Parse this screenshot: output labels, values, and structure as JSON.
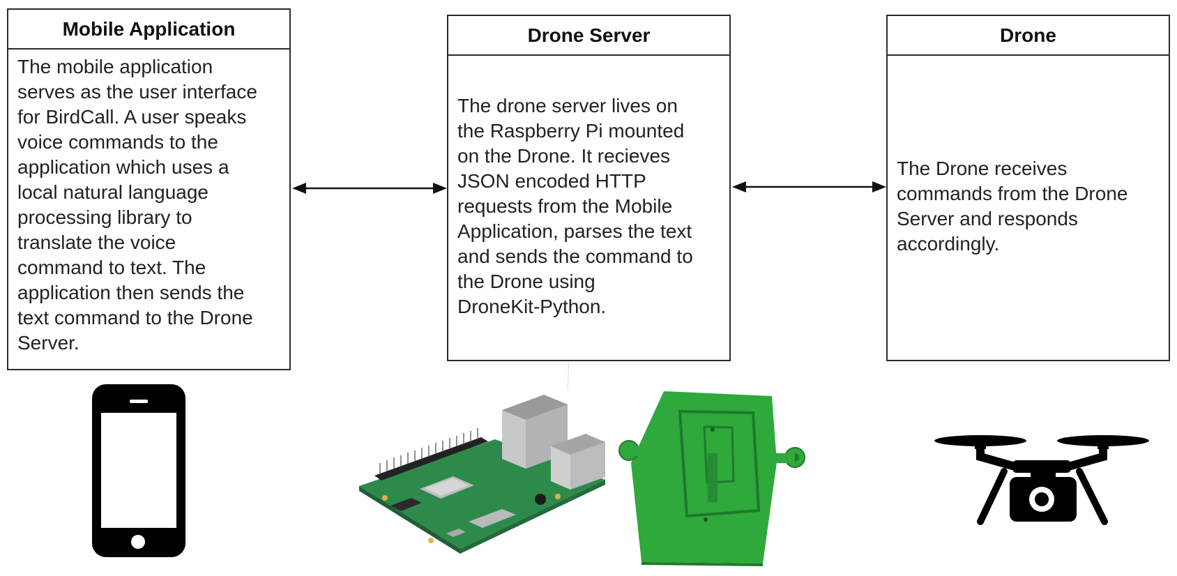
{
  "boxes": {
    "mobile": {
      "title": "Mobile Application",
      "body": "The mobile application\nserves as the  user interface\nfor BirdCall. A user speaks\nvoice commands to the\napplication which uses a\nlocal natural language\nprocessing library to\ntranslate the voice\ncommand to text. The\napplication then sends the\ntext command to the Drone\nServer."
    },
    "server": {
      "title": "Drone Server",
      "body": "The drone server lives on\nthe Raspberry Pi mounted\non the Drone. It recieves\nJSON encoded HTTP\nrequests from the Mobile\nApplication, parses the text\nand sends the command to\nthe Drone using\nDroneKit-Python."
    },
    "drone": {
      "title": "Drone",
      "body": "The Drone receives\ncommands from the Drone\nServer and responds\naccordingly."
    }
  },
  "connectors": [
    {
      "from": "mobile",
      "to": "server",
      "direction": "bidirectional"
    },
    {
      "from": "server",
      "to": "drone",
      "direction": "bidirectional"
    }
  ],
  "icons": {
    "phone": "smartphone-icon",
    "board": "raspberry-pi-board",
    "mount": "3d-printed-mount",
    "drone": "camera-drone-icon"
  },
  "colors": {
    "border": "#2b2b2b",
    "text": "#222222",
    "board_green": "#2f8a4a",
    "mount_green": "#2fa83c",
    "icon": "#000000"
  }
}
